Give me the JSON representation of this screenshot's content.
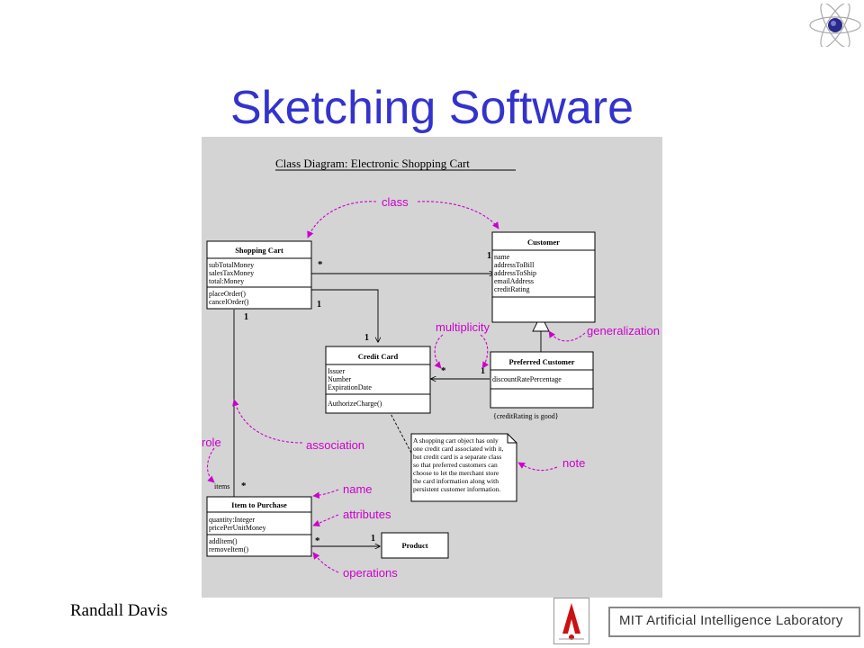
{
  "slide": {
    "title": "Sketching Software",
    "author": "Randall Davis",
    "lab_name": "MIT Artificial Intelligence Laboratory"
  },
  "diagram": {
    "title": "Class Diagram: Electronic Shopping Cart",
    "classes": {
      "shopping_cart": {
        "name": "Shopping Cart",
        "attributes": [
          "subTotalMoney",
          "salesTaxMoney",
          "total:Money"
        ],
        "operations": [
          "placeOrder()",
          "cancelOrder()"
        ]
      },
      "customer": {
        "name": "Customer",
        "attributes": [
          "name",
          "addressToBill",
          "addressToShip",
          "emailAddress",
          "creditRating"
        ]
      },
      "credit_card": {
        "name": "Credit Card",
        "attributes": [
          "Issuer",
          "Number",
          "ExpirationDate"
        ],
        "operations": [
          "AuthorizeCharge()"
        ]
      },
      "preferred_customer": {
        "name": "Preferred Customer",
        "attributes": [
          "discountRatePercentage"
        ]
      },
      "item_to_purchase": {
        "name": "Item to Purchase",
        "attributes": [
          "quantity:Integer",
          "pricePerUnitMoney"
        ],
        "operations": [
          "addItem()",
          "removeItem()"
        ]
      },
      "product": {
        "name": "Product"
      }
    },
    "multiplicities": {
      "cart_customer_star": "*",
      "customer_one": "1",
      "cart_card_one": "1",
      "card_one": "1",
      "cart_bottom_one": "1",
      "card_star": "*",
      "pref_one": "1",
      "items_star": "*",
      "item_product_star": "*",
      "product_one": "1"
    },
    "role_label": "items",
    "constraint": "{creditRating is good}",
    "note_lines": [
      "A shopping cart object has only",
      "one credit card associated with it,",
      "but credit card is a separate class",
      "so that preferred customers can",
      "choose to let the merchant store",
      "the card information along with",
      "persistent customer information."
    ],
    "annotations": {
      "class": "class",
      "multiplicity": "multiplicity",
      "generalization": "generalization",
      "role": "role",
      "association": "association",
      "note": "note",
      "name": "name",
      "attributes": "attributes",
      "operations": "operations"
    }
  },
  "colors": {
    "title_blue": "#3333cc",
    "annotation_magenta": "#cc00cc",
    "diagram_background": "#d4d4d4"
  }
}
